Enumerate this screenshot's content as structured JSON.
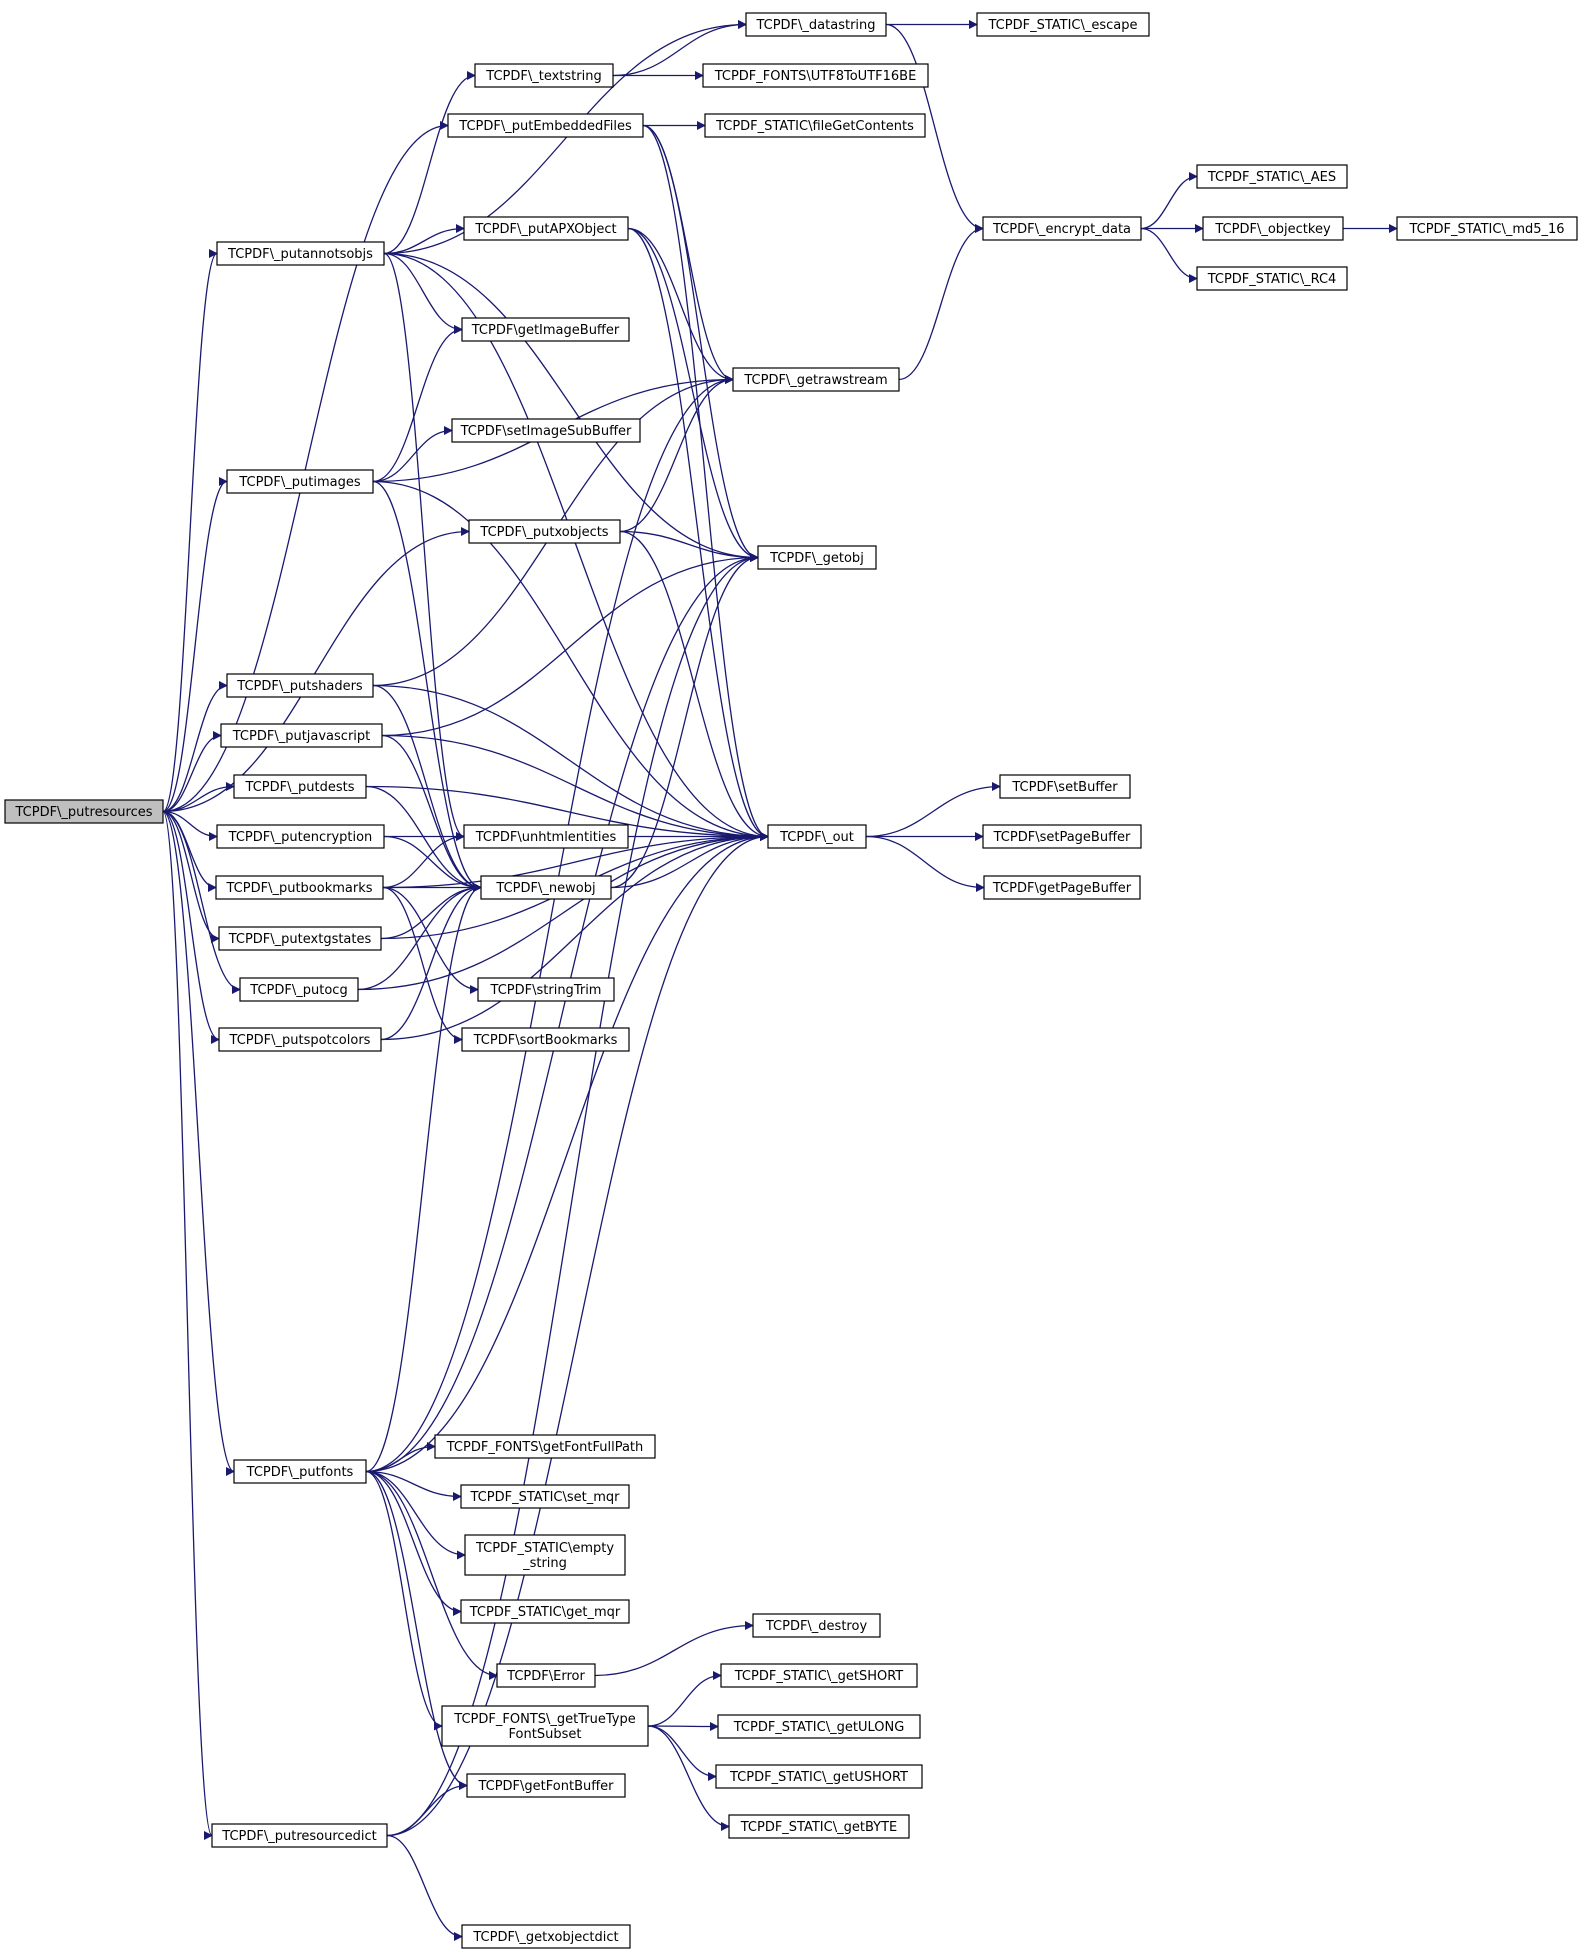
{
  "nodes": [
    {
      "id": "putresources",
      "lines": [
        "TCPDF\\_putresources"
      ]
    },
    {
      "id": "datastring",
      "lines": [
        "TCPDF\\_datastring"
      ]
    },
    {
      "id": "escape",
      "lines": [
        "TCPDF_STATIC\\_escape"
      ]
    },
    {
      "id": "textstring",
      "lines": [
        "TCPDF\\_textstring"
      ]
    },
    {
      "id": "utf8",
      "lines": [
        "TCPDF_FONTS\\UTF8ToUTF16BE"
      ]
    },
    {
      "id": "putembedded",
      "lines": [
        "TCPDF\\_putEmbeddedFiles"
      ]
    },
    {
      "id": "filegetcontents",
      "lines": [
        "TCPDF_STATIC\\fileGetContents"
      ]
    },
    {
      "id": "aes",
      "lines": [
        "TCPDF_STATIC\\_AES"
      ]
    },
    {
      "id": "putannotsobjs",
      "lines": [
        "TCPDF\\_putannotsobjs"
      ]
    },
    {
      "id": "putapx",
      "lines": [
        "TCPDF\\_putAPXObject"
      ]
    },
    {
      "id": "encrypt",
      "lines": [
        "TCPDF\\_encrypt_data"
      ]
    },
    {
      "id": "objectkey",
      "lines": [
        "TCPDF\\_objectkey"
      ]
    },
    {
      "id": "md5",
      "lines": [
        "TCPDF_STATIC\\_md5_16"
      ]
    },
    {
      "id": "rc4",
      "lines": [
        "TCPDF_STATIC\\_RC4"
      ]
    },
    {
      "id": "getimagebuffer",
      "lines": [
        "TCPDF\\getImageBuffer"
      ]
    },
    {
      "id": "getrawstream",
      "lines": [
        "TCPDF\\_getrawstream"
      ]
    },
    {
      "id": "setimagesubbuffer",
      "lines": [
        "TCPDF\\setImageSubBuffer"
      ]
    },
    {
      "id": "putimages",
      "lines": [
        "TCPDF\\_putimages"
      ]
    },
    {
      "id": "putxobjects",
      "lines": [
        "TCPDF\\_putxobjects"
      ]
    },
    {
      "id": "getobj",
      "lines": [
        "TCPDF\\_getobj"
      ]
    },
    {
      "id": "putshaders",
      "lines": [
        "TCPDF\\_putshaders"
      ]
    },
    {
      "id": "putjavascript",
      "lines": [
        "TCPDF\\_putjavascript"
      ]
    },
    {
      "id": "putdests",
      "lines": [
        "TCPDF\\_putdests"
      ]
    },
    {
      "id": "setbuffer",
      "lines": [
        "TCPDF\\setBuffer"
      ]
    },
    {
      "id": "putencryption",
      "lines": [
        "TCPDF\\_putencryption"
      ]
    },
    {
      "id": "unhtml",
      "lines": [
        "TCPDF\\unhtmlentities"
      ]
    },
    {
      "id": "out",
      "lines": [
        "TCPDF\\_out"
      ]
    },
    {
      "id": "setpagebuffer",
      "lines": [
        "TCPDF\\setPageBuffer"
      ]
    },
    {
      "id": "putbookmarks",
      "lines": [
        "TCPDF\\_putbookmarks"
      ]
    },
    {
      "id": "newobj",
      "lines": [
        "TCPDF\\_newobj"
      ]
    },
    {
      "id": "getpagebuffer",
      "lines": [
        "TCPDF\\getPageBuffer"
      ]
    },
    {
      "id": "putextg",
      "lines": [
        "TCPDF\\_putextgstates"
      ]
    },
    {
      "id": "putocg",
      "lines": [
        "TCPDF\\_putocg"
      ]
    },
    {
      "id": "stringtrim",
      "lines": [
        "TCPDF\\stringTrim"
      ]
    },
    {
      "id": "putspot",
      "lines": [
        "TCPDF\\_putspotcolors"
      ]
    },
    {
      "id": "sortbookmarks",
      "lines": [
        "TCPDF\\sortBookmarks"
      ]
    },
    {
      "id": "putfonts",
      "lines": [
        "TCPDF\\_putfonts"
      ]
    },
    {
      "id": "getfontfullpath",
      "lines": [
        "TCPDF_FONTS\\getFontFullPath"
      ]
    },
    {
      "id": "setmqr",
      "lines": [
        "TCPDF_STATIC\\set_mqr"
      ]
    },
    {
      "id": "emptystring",
      "lines": [
        "TCPDF_STATIC\\empty",
        "_string"
      ]
    },
    {
      "id": "getmqr",
      "lines": [
        "TCPDF_STATIC\\get_mqr"
      ]
    },
    {
      "id": "destroy",
      "lines": [
        "TCPDF\\_destroy"
      ]
    },
    {
      "id": "error",
      "lines": [
        "TCPDF\\Error"
      ]
    },
    {
      "id": "getshort",
      "lines": [
        "TCPDF_STATIC\\_getSHORT"
      ]
    },
    {
      "id": "truetype",
      "lines": [
        "TCPDF_FONTS\\_getTrueType",
        "FontSubset"
      ]
    },
    {
      "id": "getulong",
      "lines": [
        "TCPDF_STATIC\\_getULONG"
      ]
    },
    {
      "id": "getushort",
      "lines": [
        "TCPDF_STATIC\\_getUSHORT"
      ]
    },
    {
      "id": "getfontbuffer",
      "lines": [
        "TCPDF\\getFontBuffer"
      ]
    },
    {
      "id": "putresourcedict",
      "lines": [
        "TCPDF\\_putresourcedict"
      ]
    },
    {
      "id": "getbyte",
      "lines": [
        "TCPDF_STATIC\\_getBYTE"
      ]
    },
    {
      "id": "getxobjectdict",
      "lines": [
        "TCPDF\\_getxobjectdict"
      ]
    }
  ],
  "edges": [
    {
      "from": "putresources",
      "to": "putannotsobjs"
    },
    {
      "from": "putresources",
      "to": "putembedded"
    },
    {
      "from": "putresources",
      "to": "putimages"
    },
    {
      "from": "putresources",
      "to": "putxobjects"
    },
    {
      "from": "putresources",
      "to": "putshaders"
    },
    {
      "from": "putresources",
      "to": "putjavascript"
    },
    {
      "from": "putresources",
      "to": "putdests"
    },
    {
      "from": "putresources",
      "to": "putencryption"
    },
    {
      "from": "putresources",
      "to": "putbookmarks"
    },
    {
      "from": "putresources",
      "to": "putextg"
    },
    {
      "from": "putresources",
      "to": "putocg"
    },
    {
      "from": "putresources",
      "to": "putspot"
    },
    {
      "from": "putresources",
      "to": "putfonts"
    },
    {
      "from": "putresources",
      "to": "putresourcedict"
    },
    {
      "from": "datastring",
      "to": "escape"
    },
    {
      "from": "datastring",
      "to": "encrypt"
    },
    {
      "from": "textstring",
      "to": "datastring"
    },
    {
      "from": "textstring",
      "to": "utf8"
    },
    {
      "from": "putembedded",
      "to": "filegetcontents"
    },
    {
      "from": "putembedded",
      "to": "getrawstream"
    },
    {
      "from": "putembedded",
      "to": "getobj"
    },
    {
      "from": "putembedded",
      "to": "out"
    },
    {
      "from": "putannotsobjs",
      "to": "datastring"
    },
    {
      "from": "putannotsobjs",
      "to": "textstring"
    },
    {
      "from": "putannotsobjs",
      "to": "putapx"
    },
    {
      "from": "putannotsobjs",
      "to": "getimagebuffer"
    },
    {
      "from": "putannotsobjs",
      "to": "getobj"
    },
    {
      "from": "putannotsobjs",
      "to": "out"
    },
    {
      "from": "putannotsobjs",
      "to": "unhtml"
    },
    {
      "from": "putapx",
      "to": "getrawstream"
    },
    {
      "from": "putapx",
      "to": "getobj"
    },
    {
      "from": "putapx",
      "to": "out"
    },
    {
      "from": "encrypt",
      "to": "aes"
    },
    {
      "from": "encrypt",
      "to": "objectkey"
    },
    {
      "from": "encrypt",
      "to": "rc4"
    },
    {
      "from": "objectkey",
      "to": "md5"
    },
    {
      "from": "getrawstream",
      "to": "encrypt"
    },
    {
      "from": "putimages",
      "to": "getimagebuffer"
    },
    {
      "from": "putimages",
      "to": "getrawstream"
    },
    {
      "from": "putimages",
      "to": "setimagesubbuffer"
    },
    {
      "from": "putimages",
      "to": "out"
    },
    {
      "from": "putimages",
      "to": "newobj"
    },
    {
      "from": "putxobjects",
      "to": "getrawstream"
    },
    {
      "from": "putxobjects",
      "to": "getobj"
    },
    {
      "from": "putxobjects",
      "to": "out"
    },
    {
      "from": "putshaders",
      "to": "getrawstream"
    },
    {
      "from": "putshaders",
      "to": "out"
    },
    {
      "from": "putshaders",
      "to": "newobj"
    },
    {
      "from": "putjavascript",
      "to": "getobj"
    },
    {
      "from": "putjavascript",
      "to": "out"
    },
    {
      "from": "putjavascript",
      "to": "newobj"
    },
    {
      "from": "putdests",
      "to": "out"
    },
    {
      "from": "putdests",
      "to": "newobj"
    },
    {
      "from": "putencryption",
      "to": "out"
    },
    {
      "from": "putencryption",
      "to": "newobj"
    },
    {
      "from": "out",
      "to": "setbuffer"
    },
    {
      "from": "out",
      "to": "setpagebuffer"
    },
    {
      "from": "out",
      "to": "getpagebuffer"
    },
    {
      "from": "newobj",
      "to": "out"
    },
    {
      "from": "newobj",
      "to": "getobj"
    },
    {
      "from": "putbookmarks",
      "to": "unhtml"
    },
    {
      "from": "putbookmarks",
      "to": "newobj"
    },
    {
      "from": "putbookmarks",
      "to": "stringtrim"
    },
    {
      "from": "putbookmarks",
      "to": "sortbookmarks"
    },
    {
      "from": "putbookmarks",
      "to": "out"
    },
    {
      "from": "putextg",
      "to": "newobj"
    },
    {
      "from": "putextg",
      "to": "out"
    },
    {
      "from": "putocg",
      "to": "newobj"
    },
    {
      "from": "putocg",
      "to": "out"
    },
    {
      "from": "putspot",
      "to": "newobj"
    },
    {
      "from": "putspot",
      "to": "out"
    },
    {
      "from": "putfonts",
      "to": "newobj"
    },
    {
      "from": "putfonts",
      "to": "getobj"
    },
    {
      "from": "putfonts",
      "to": "getrawstream"
    },
    {
      "from": "putfonts",
      "to": "out"
    },
    {
      "from": "putfonts",
      "to": "getfontfullpath"
    },
    {
      "from": "putfonts",
      "to": "setmqr"
    },
    {
      "from": "putfonts",
      "to": "emptystring"
    },
    {
      "from": "putfonts",
      "to": "getmqr"
    },
    {
      "from": "putfonts",
      "to": "error"
    },
    {
      "from": "putfonts",
      "to": "truetype"
    },
    {
      "from": "putfonts",
      "to": "getfontbuffer"
    },
    {
      "from": "error",
      "to": "destroy"
    },
    {
      "from": "truetype",
      "to": "getshort"
    },
    {
      "from": "truetype",
      "to": "getulong"
    },
    {
      "from": "truetype",
      "to": "getushort"
    },
    {
      "from": "truetype",
      "to": "getbyte"
    },
    {
      "from": "putresourcedict",
      "to": "getfontbuffer"
    },
    {
      "from": "putresourcedict",
      "to": "getxobjectdict"
    },
    {
      "from": "putresourcedict",
      "to": "out"
    },
    {
      "from": "putresourcedict",
      "to": "getobj"
    }
  ]
}
